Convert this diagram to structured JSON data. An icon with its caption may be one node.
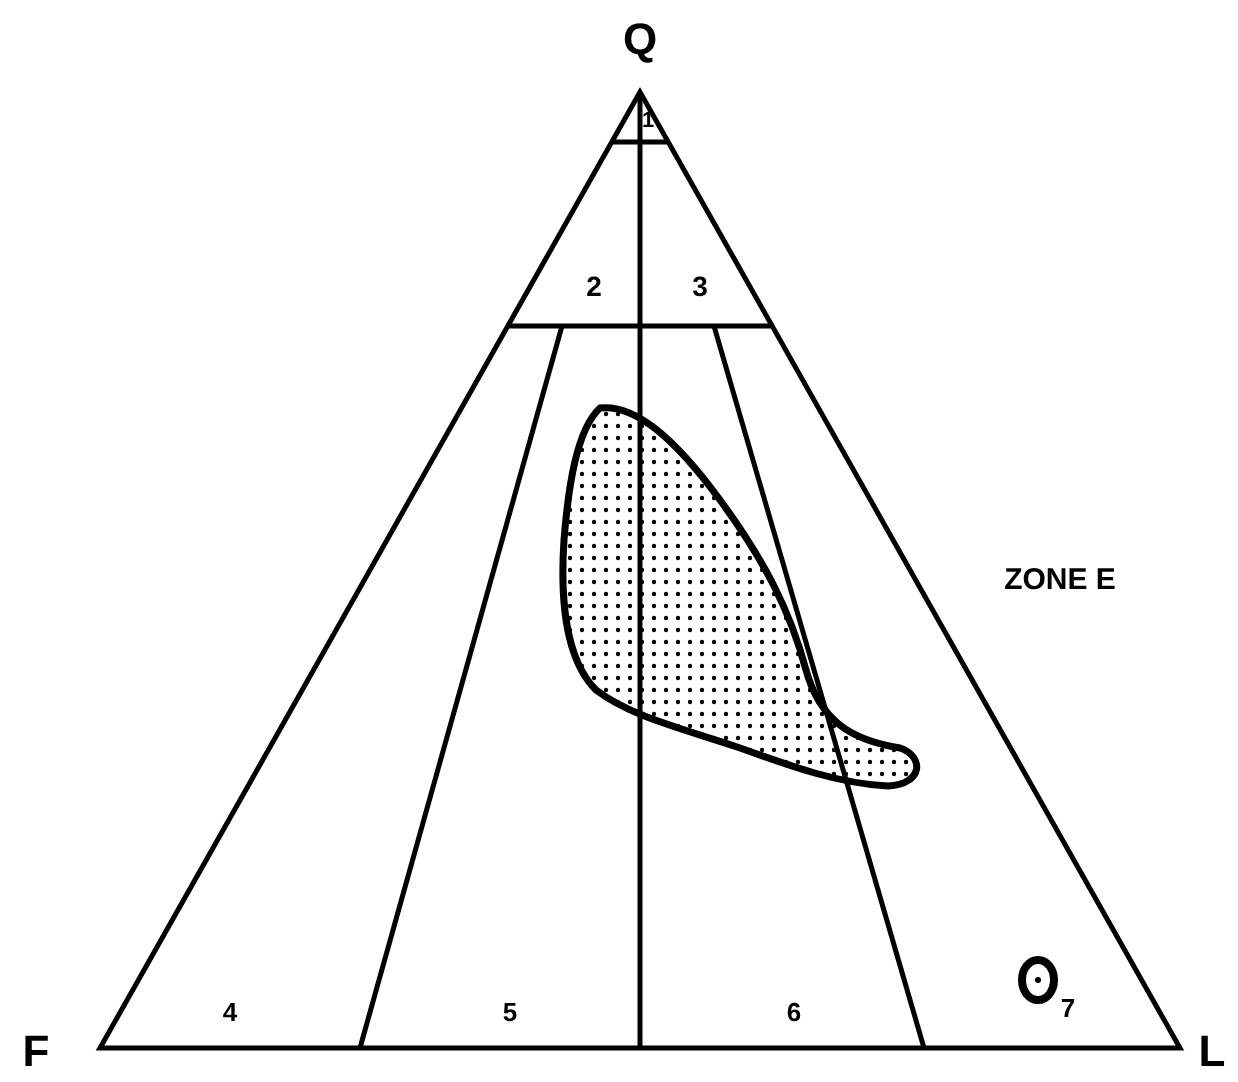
{
  "diagram": {
    "labels": [
      "Q",
      "1",
      "2",
      "3",
      "ZONE E",
      "F",
      "4",
      "5",
      "6",
      "7",
      "L"
    ]
  }
}
